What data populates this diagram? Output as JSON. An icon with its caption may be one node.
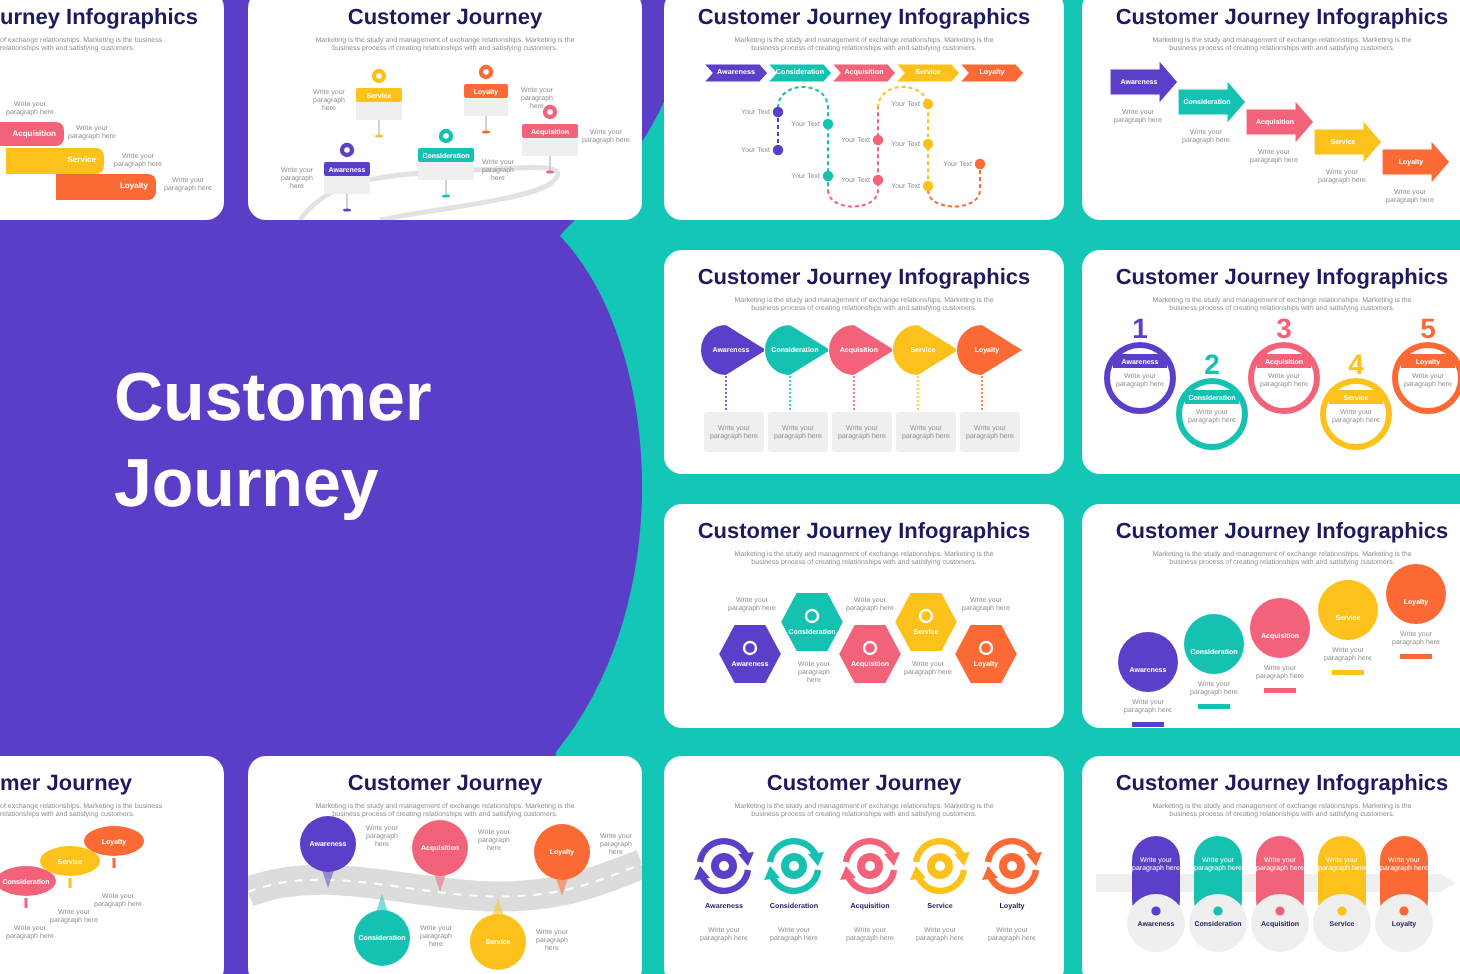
{
  "diagram": {
    "title": "Customer Journey",
    "nodes": [
      {
        "text": [
          "urney Infographics",
          "of exchange relationships. Marketing is the business",
          "relationships with and satisfying customers."
        ]
      },
      {
        "text": [
          "Acquisition"
        ],
        "in": 0,
        "beside": [
          "Write your paragraph here"
        ]
      },
      {
        "text": [
          "Service"
        ],
        "in": 0,
        "beside": [
          "Write your paragraph here"
        ]
      },
      {
        "text": [
          "Loyalty"
        ],
        "in": 0,
        "beside": [
          "Write your paragraph here"
        ]
      },
      {
        "text": [
          "Customer Journey",
          "Marketing is the study and management of exchange relationships. Marketing is the business process of creating relationships with and satisfying customers."
        ]
      },
      {
        "text": [
          "Awareness"
        ],
        "in": 4,
        "beside": [
          "Write your paragraph here"
        ]
      },
      {
        "text": [
          "Service"
        ],
        "in": 4,
        "beside": [
          "Write your paragraph here"
        ]
      },
      {
        "text": [
          "Consideration"
        ],
        "in": 4,
        "beside": [
          "Write your paragraph here"
        ]
      },
      {
        "text": [
          "Loyalty"
        ],
        "in": 4,
        "beside": [
          "Write your paragraph here"
        ]
      },
      {
        "text": [
          "Acquisition"
        ],
        "in": 4,
        "beside": [
          "Write your paragraph here"
        ]
      },
      {
        "text": [
          "Customer Journey Infographics",
          "Marketing is the study and management of exchange relationships. Marketing is the business process of creating relationships with and satisfying customers."
        ]
      },
      {
        "text": [
          "Awareness"
        ],
        "in": 10
      },
      {
        "text": [
          "Consideration"
        ],
        "in": 10
      },
      {
        "text": [
          "Acquisition"
        ],
        "in": 10
      },
      {
        "text": [
          "Service"
        ],
        "in": 10
      },
      {
        "text": [
          "Loyalty"
        ],
        "in": 10
      },
      {
        "text": [
          "Customer Journey Infographics",
          "Marketing is the study and management of exchange relationships. Marketing is the business process of creating relationships with and satisfying customers."
        ]
      },
      {
        "text": [
          "Awareness"
        ],
        "in": 16,
        "beside": [
          "Write your paragraph here"
        ]
      },
      {
        "text": [
          "Consideration"
        ],
        "in": 16,
        "beside": [
          "Write your paragraph here"
        ]
      },
      {
        "text": [
          "Acquisition"
        ],
        "in": 16,
        "beside": [
          "Write your paragraph here"
        ]
      },
      {
        "text": [
          "Service"
        ],
        "in": 16,
        "beside": [
          "Write your paragraph here"
        ]
      },
      {
        "text": [
          "Loyalty"
        ],
        "in": 16,
        "beside": [
          "Write your paragraph here"
        ]
      },
      {
        "text": [
          "Customer Journey Infographics",
          "Marketing is the study and management of exchange relationships. Marketing is the business process of creating relationships with and satisfying customers."
        ]
      },
      {
        "text": [
          "Awareness"
        ],
        "in": 22
      },
      {
        "text": [
          "Consideration"
        ],
        "in": 22
      },
      {
        "text": [
          "Acquisition"
        ],
        "in": 22
      },
      {
        "text": [
          "Service"
        ],
        "in": 22
      },
      {
        "text": [
          "Loyalty"
        ],
        "in": 22
      },
      {
        "text": [
          "Customer Journey Infographics",
          "Marketing is the study and management of exchange relationships. Marketing is the business process of creating relationships with and satisfying customers."
        ]
      },
      {
        "text": [
          "1",
          "Awareness",
          "Write your paragraph here"
        ],
        "in": 28
      },
      {
        "text": [
          "2",
          "Consideration",
          "Write your paragraph here"
        ],
        "in": 28
      },
      {
        "text": [
          "3",
          "Acquisition",
          "Write your paragraph here"
        ],
        "in": 28
      },
      {
        "text": [
          "4",
          "Service",
          "Write your paragraph here"
        ],
        "in": 28
      },
      {
        "text": [
          "5",
          "Loyalty",
          "Write your paragraph here"
        ],
        "in": 28
      },
      {
        "text": [
          "Customer Journey Infographics",
          "Marketing is the study and management of exchange relationships. Marketing is the business process of creating relationships with and satisfying customers."
        ]
      },
      {
        "text": [
          "Awareness"
        ],
        "in": 34
      },
      {
        "text": [
          "Consideration"
        ],
        "in": 34
      },
      {
        "text": [
          "Acquisition"
        ],
        "in": 34
      },
      {
        "text": [
          "Service"
        ],
        "in": 34
      },
      {
        "text": [
          "Loyalty"
        ],
        "in": 34
      },
      {
        "text": [
          "Customer Journey Infographics",
          "Marketing is the study and management of exchange relationships. Marketing is the business process of creating relationships with and satisfying customers."
        ]
      },
      {
        "text": [
          "Awareness"
        ],
        "in": 40,
        "beside": [
          "Write your paragraph here"
        ]
      },
      {
        "text": [
          "Consideration"
        ],
        "in": 40,
        "beside": [
          "Write your paragraph here"
        ]
      },
      {
        "text": [
          "Acquisition"
        ],
        "in": 40,
        "beside": [
          "Write your paragraph here"
        ]
      },
      {
        "text": [
          "Service"
        ],
        "in": 40,
        "beside": [
          "Write your paragraph here"
        ]
      },
      {
        "text": [
          "Loyalty"
        ],
        "in": 40,
        "beside": [
          "Write your paragraph here"
        ]
      },
      {
        "text": [
          "mer Journey",
          "of exchange relationships. Marketing is the business",
          "relationships with and satisfying customers."
        ]
      },
      {
        "text": [
          "Consideration"
        ],
        "in": 46
      },
      {
        "text": [
          "Service"
        ],
        "in": 46
      },
      {
        "text": [
          "Loyalty"
        ],
        "in": 46
      },
      {
        "text": [
          "Customer Journey",
          "Marketing is the study and management of exchange relationships. Marketing is the business process of creating relationships with and satisfying customers."
        ]
      },
      {
        "text": [
          "Awareness"
        ],
        "in": 50,
        "beside": [
          "Write your paragraph here"
        ]
      },
      {
        "text": [
          "Consideration"
        ],
        "in": 50,
        "beside": [
          "Write your paragraph here"
        ]
      },
      {
        "text": [
          "Acquisition"
        ],
        "in": 50,
        "beside": [
          "Write your paragraph here"
        ]
      },
      {
        "text": [
          "Service"
        ],
        "in": 50,
        "beside": [
          "Write your paragraph here"
        ]
      },
      {
        "text": [
          "Loyalty"
        ],
        "in": 50,
        "beside": [
          "Write your paragraph here"
        ]
      },
      {
        "text": [
          "Customer Journey",
          "Marketing is the study and management of exchange relationships. Marketing is the business process of creating relationships with and satisfying customers."
        ]
      },
      {
        "text": [
          "Awareness"
        ],
        "in": 56,
        "beside": [
          "Write your paragraph here"
        ]
      },
      {
        "text": [
          "Consideration"
        ],
        "in": 56,
        "beside": [
          "Write your paragraph here"
        ]
      },
      {
        "text": [
          "Acquisition"
        ],
        "in": 56,
        "beside": [
          "Write your paragraph here"
        ]
      },
      {
        "text": [
          "Service"
        ],
        "in": 56,
        "beside": [
          "Write your paragraph here"
        ]
      },
      {
        "text": [
          "Loyalty"
        ],
        "in": 56,
        "beside": [
          "Write your paragraph here"
        ]
      },
      {
        "text": [
          "Customer Journey Infographics",
          "Marketing is the study and management of exchange relationships. Marketing is the business process of creating relationships with and satisfying customers."
        ]
      },
      {
        "text": [
          "Write your paragraph here",
          "Awareness"
        ],
        "in": 62
      },
      {
        "text": [
          "Write your paragraph here",
          "Consideration"
        ],
        "in": 62
      },
      {
        "text": [
          "Write your paragraph here",
          "Acquisition"
        ],
        "in": 62
      },
      {
        "text": [
          "Write your paragraph here",
          "Service"
        ],
        "in": 62
      },
      {
        "text": [
          "Write your paragraph here",
          "Loyalty"
        ],
        "in": 62
      },
      {
        "text": [
          "Write your paragraph here"
        ],
        "in": 22
      },
      {
        "text": [
          "Write your paragraph here"
        ],
        "in": 22
      },
      {
        "text": [
          "Write your paragraph here"
        ],
        "in": 22
      },
      {
        "text": [
          "Write your paragraph here"
        ],
        "in": 22
      },
      {
        "text": [
          "Write your paragraph here"
        ],
        "in": 22
      }
    ],
    "edges": [
      {
        "from": 23,
        "to": 68,
        "arrow": "none",
        "style": "dashed",
        "color": "#5b3fc9"
      },
      {
        "from": 24,
        "to": 69,
        "arrow": "none",
        "style": "dashed",
        "color": "#15c2b1"
      },
      {
        "from": 25,
        "to": 70,
        "arrow": "none",
        "style": "dashed",
        "color": "#f2637a"
      },
      {
        "from": 26,
        "to": 71,
        "arrow": "none",
        "style": "dashed",
        "color": "#fcc21b"
      },
      {
        "from": 27,
        "to": 72,
        "arrow": "none",
        "style": "dashed",
        "color": "#fb6a35"
      }
    ],
    "labels": [
      "Write your paragraph here",
      "Your Text",
      "Your Text",
      "Your Text",
      "Your Text",
      "Your Text",
      "Your Text",
      "Your Text",
      "Your Text",
      "Your Text",
      "Your Text",
      "Write your paragraph here",
      "Write your paragraph here",
      "Write your paragraph here",
      "Write your paragraph here",
      "Write your paragraph here",
      "Write your paragraph here",
      "Write your paragraph here",
      "Write your paragraph here"
    ]
  }
}
